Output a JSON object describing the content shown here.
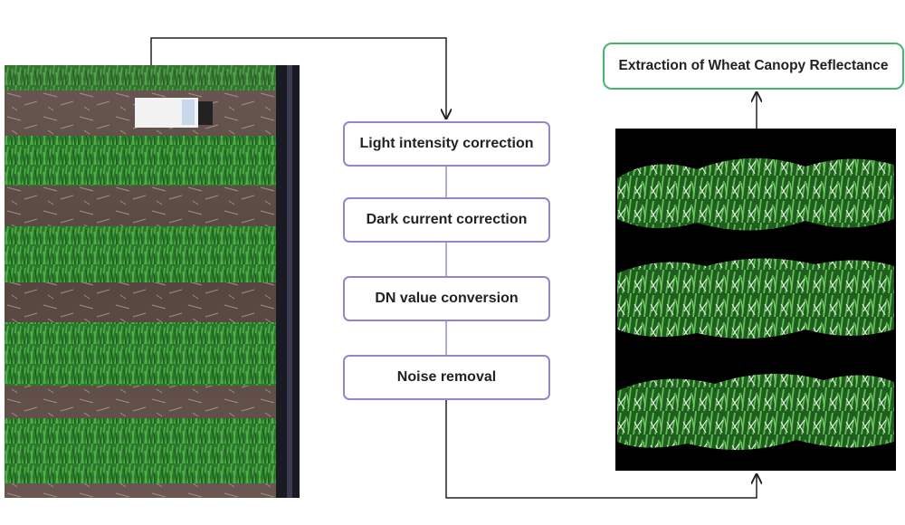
{
  "steps": [
    {
      "label": "Light intensity correction"
    },
    {
      "label": "Dark current correction"
    },
    {
      "label": "DN value conversion"
    },
    {
      "label": "Noise removal"
    }
  ],
  "result": {
    "label": "Extraction of Wheat Canopy Reflectance"
  },
  "panels": {
    "raw_image": {
      "description_icon": "field-photo",
      "rows": 5
    },
    "processed_image": {
      "description_icon": "segmented-canopy",
      "rows": 3
    }
  },
  "colors": {
    "step_border": "#8e89c8",
    "result_border": "#46b66e",
    "connector": "#222222",
    "soil": "#5c4a45",
    "wheat": "#2f8a2f",
    "mask_background": "#000000"
  }
}
